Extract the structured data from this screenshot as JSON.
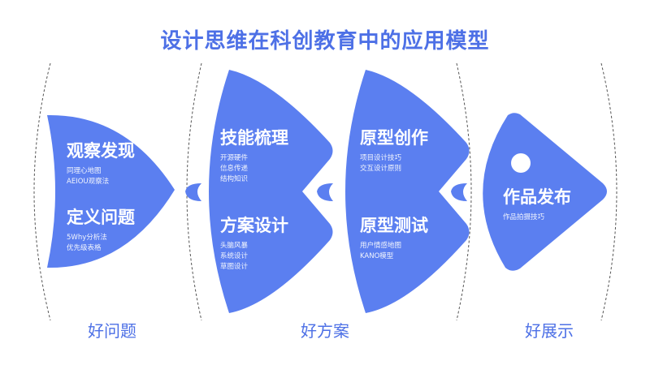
{
  "title": "设计思维在科创教育中的应用模型",
  "colors": {
    "primary": "#5b7ff0",
    "title": "#4d70e6",
    "divider": "#555555"
  },
  "stages": [
    {
      "heading": "观察发现",
      "items": [
        "同理心地图",
        "AEIOU观察法"
      ]
    },
    {
      "heading": "定义问题",
      "items": [
        "5Why分析法",
        "优先级表格"
      ]
    },
    {
      "heading": "技能梳理",
      "items": [
        "开源硬件",
        "信息传递",
        "结构知识"
      ]
    },
    {
      "heading": "方案设计",
      "items": [
        "头脑风暴",
        "系统设计",
        "草图设计"
      ]
    },
    {
      "heading": "原型创作",
      "items": [
        "项目设计技巧",
        "交互设计原则"
      ]
    },
    {
      "heading": "原型测试",
      "items": [
        "用户情感地图",
        "KANO模型"
      ]
    },
    {
      "heading": "作品发布",
      "items": [
        "作品拍摄技巧"
      ]
    }
  ],
  "footer": [
    "好问题",
    "好方案",
    "好展示"
  ]
}
